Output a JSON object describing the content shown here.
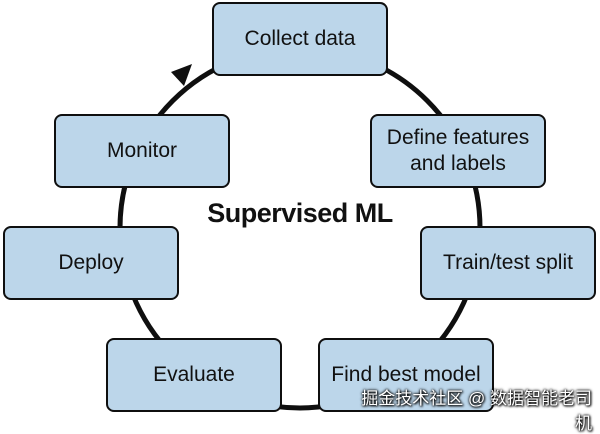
{
  "diagram": {
    "center_label": "Supervised ML",
    "steps": [
      {
        "id": "collect",
        "label": "Collect data"
      },
      {
        "id": "features",
        "label": "Define features\nand labels"
      },
      {
        "id": "split",
        "label": "Train/test split"
      },
      {
        "id": "model",
        "label": "Find best model"
      },
      {
        "id": "evaluate",
        "label": "Evaluate"
      },
      {
        "id": "deploy",
        "label": "Deploy"
      },
      {
        "id": "monitor",
        "label": "Monitor"
      }
    ],
    "colors": {
      "node_fill": "#bcd6ea",
      "stroke": "#0f0f0f"
    }
  },
  "watermark": "掘金技术社区 @ 数据智能老司机"
}
